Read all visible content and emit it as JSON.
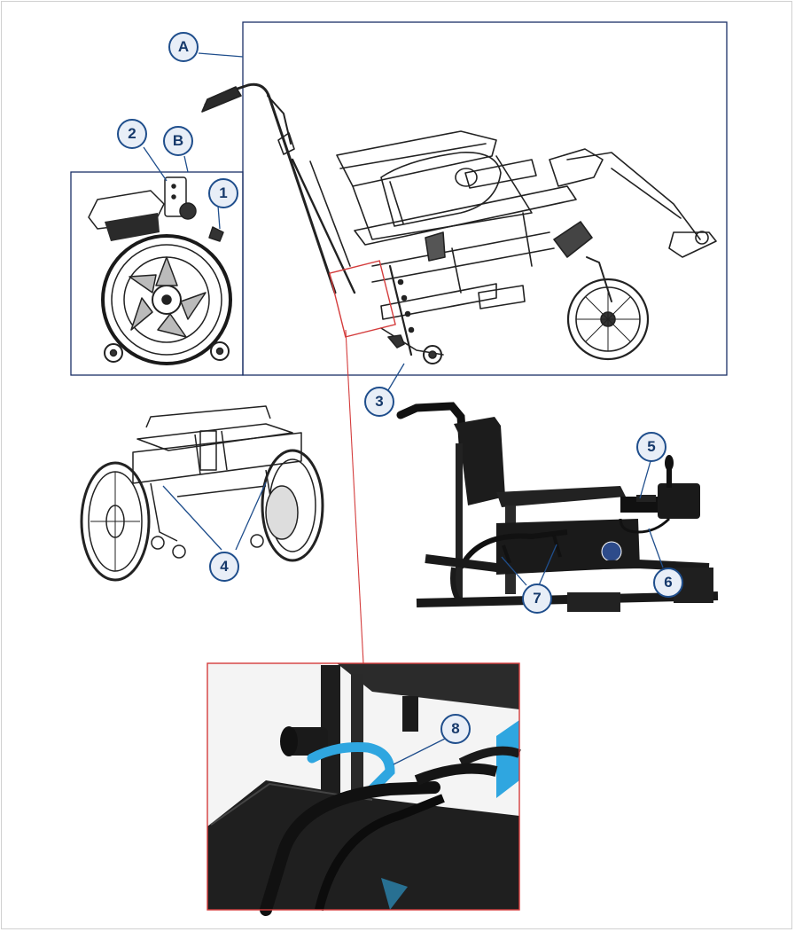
{
  "callouts": {
    "A": "A",
    "B": "B",
    "c1": "1",
    "c2": "2",
    "c3": "3",
    "c4": "4",
    "c5": "5",
    "c6": "6",
    "c7": "7",
    "c8": "8"
  },
  "colors": {
    "callout_border": "#1f4e8c",
    "callout_fill": "#e8eef7",
    "leader_blue": "#1f4e8c",
    "detail_red": "#d43c3c",
    "accent_blue": "#2fa6e0"
  }
}
